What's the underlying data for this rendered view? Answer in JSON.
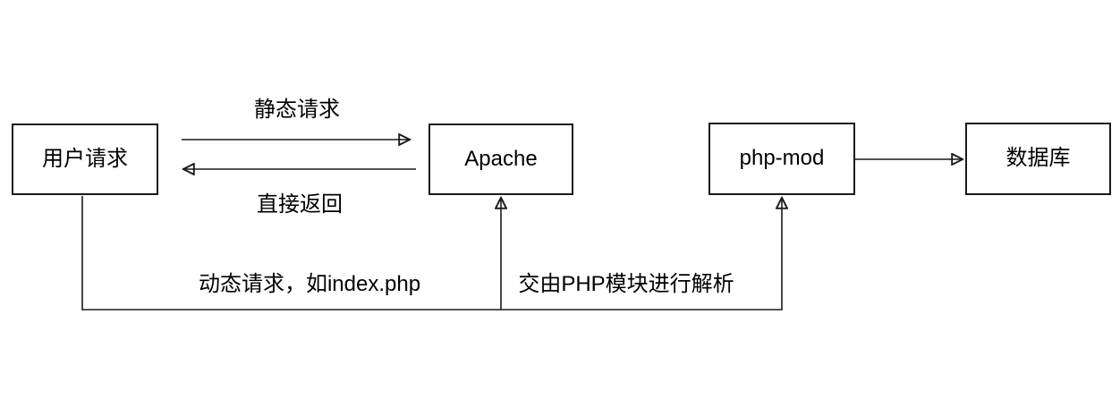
{
  "diagram": {
    "background_color": "#ffffff",
    "line_color": "#1a1a1a",
    "text_color": "#000000",
    "nodes": {
      "user_request": {
        "label": "用户请求"
      },
      "apache": {
        "label": "Apache"
      },
      "php_mod": {
        "label": "php-mod"
      },
      "database": {
        "label": "数据库"
      }
    },
    "edges": {
      "static_request": {
        "label": "静态请求",
        "from": "user_request",
        "to": "apache",
        "style": "straight-arrow-right"
      },
      "direct_return": {
        "label": "直接返回",
        "from": "apache",
        "to": "user_request",
        "style": "straight-arrow-left"
      },
      "dynamic_request": {
        "label": "动态请求，如index.php",
        "from": "user_request",
        "to": "apache",
        "style": "routed-bottom-arrow-up"
      },
      "php_parse": {
        "label": "交由PHP模块进行解析",
        "from": "apache",
        "to": "php_mod",
        "style": "routed-bottom-arrow-up"
      },
      "db_query": {
        "label": "",
        "from": "php_mod",
        "to": "database",
        "style": "straight-arrow-right"
      }
    }
  }
}
